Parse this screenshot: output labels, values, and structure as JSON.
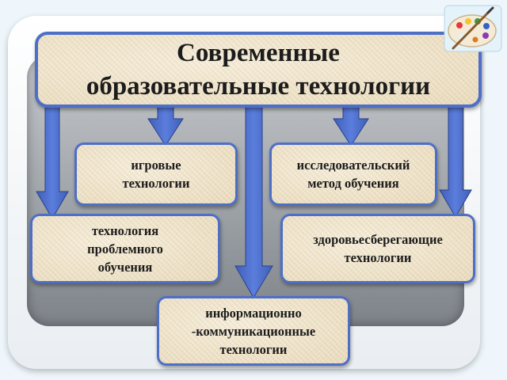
{
  "diagram": {
    "title": "Современные\nобразовательные технологии",
    "boxes": {
      "games": "игровые\nтехнологии",
      "research": "исследовательский\nметод обучения",
      "problem": "технология\nпроблемного\nобучения",
      "health": "здоровьесберегающие\nтехнологии",
      "ict": "информационно\n-коммуникационные\nтехнологии"
    }
  },
  "colors": {
    "arrow_fill": "#4e70cc",
    "box_border": "#4d6fc7",
    "box_fill": "#f1e6cf"
  },
  "icons": {
    "corner": "paint-palette-icon"
  }
}
